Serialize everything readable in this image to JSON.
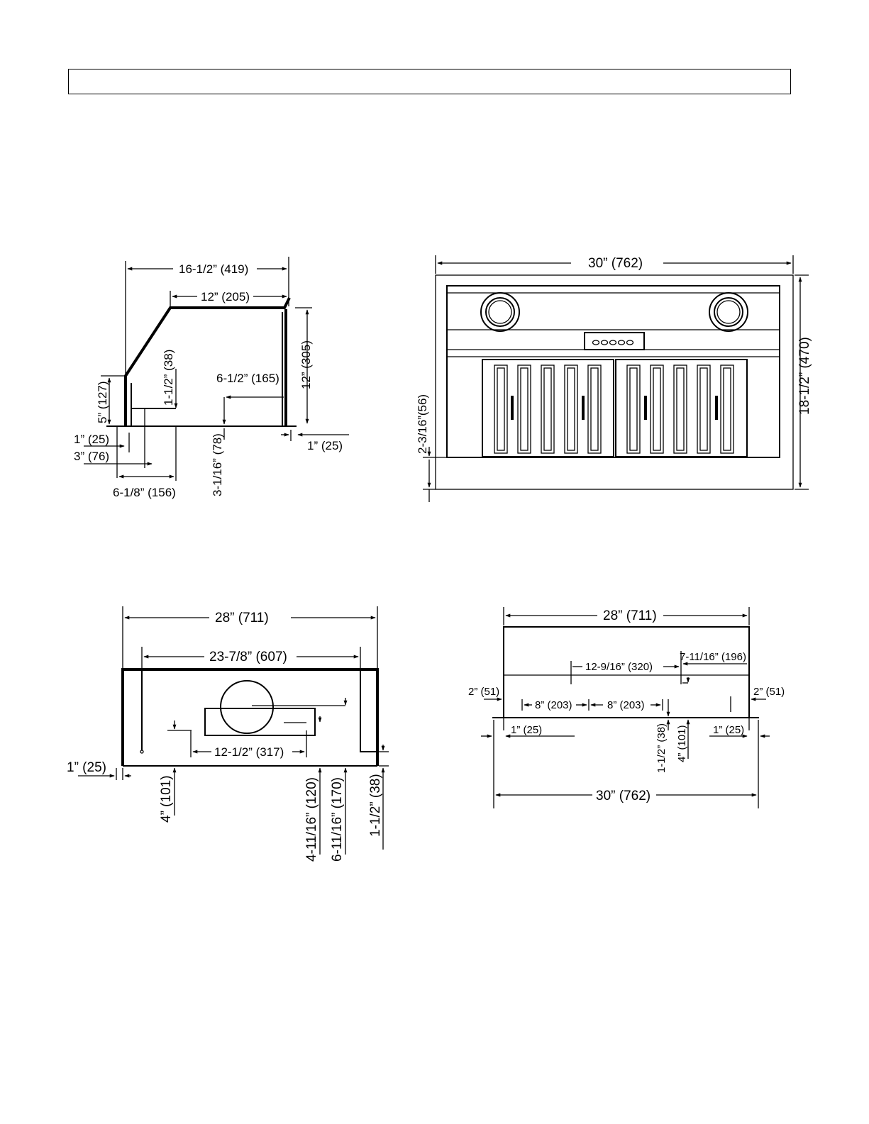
{
  "header": {
    "text": ""
  },
  "side_view": {
    "overall_depth": "16-1/2” (419)",
    "top_depth": "12” (205)",
    "rear_height": "12” (305)",
    "front_height": "5” (127)",
    "lip_height": "1-1/2” (38)",
    "duct_offset": "6-1/2” (165)",
    "duct_height": "3-1/16” (78)",
    "front_lip": "1” (25)",
    "front_offset": "3” (76)",
    "flange_offset": "6-1/8” (156)",
    "rear_lip": "1” (25)"
  },
  "front_view": {
    "overall_width": "30”  (762)",
    "overall_height": "18-1/2” (470)",
    "bottom_offset": "2-3/16”(56)"
  },
  "top_view": {
    "overall_width": "28” (711)",
    "inner_width": "23-7/8” (607)",
    "duct_width": "12-1/2” (317)",
    "side_lip": "1” (25)",
    "duct_front": "4” (101)",
    "duct_depth_a": "4-11/16” (120)",
    "duct_depth_b": "6-11/16” (170)",
    "rear_lip": "1-1/2” (38)"
  },
  "bottom_view": {
    "overall_width": "28” (711)",
    "center_offset": "12-9/16” (320)",
    "right_offset": "7-11/16” (196)",
    "left_edge": "2” (51)",
    "right_edge": "2” (51)",
    "span_left": "8” (203)",
    "span_right": "8” (203)",
    "lip_left": "1” (25)",
    "lip_right": "1” (25)",
    "lip_height": "1-1/2” (38)",
    "depth": "4” (101)",
    "total_width": "30” (762)"
  }
}
